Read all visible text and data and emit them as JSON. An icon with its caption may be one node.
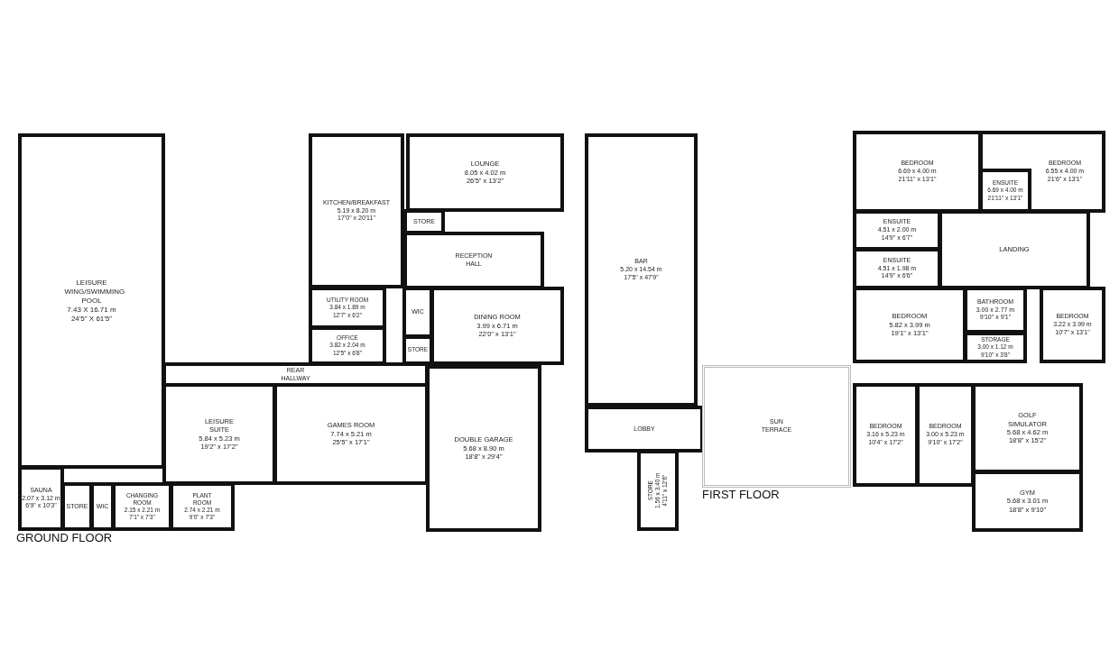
{
  "diagram": {
    "nodes": [
      {
        "text": [
          "LEISURE WING/SWIMMING POOL",
          "7.43 X 16.71 m",
          "24'5\" X 61'5\""
        ]
      },
      {
        "text": [
          "SAUNA",
          "2.07 x 3.12 m",
          "6'9\" x 10'3\""
        ]
      },
      {
        "text": [
          "STORE"
        ]
      },
      {
        "text": [
          "WIC"
        ]
      },
      {
        "text": [
          "CHANGING ROOM",
          "2.15 x 2.21 m",
          "7'1\" x 7'3\""
        ]
      },
      {
        "text": [
          "PLANT ROOM",
          "2.74 x 2.21 m",
          "9'0\" x 7'3\""
        ]
      },
      {
        "text": [
          "LEISURE SUITE",
          "5.84 x 5.23 m",
          "19'2\" x 17'2\""
        ]
      },
      {
        "text": [
          "GAMES ROOM",
          "7.74 x 5.21 m",
          "25'5\" x 17'1\""
        ]
      },
      {
        "text": [
          "DOUBLE GARAGE",
          "5.68 x 8.90 m",
          "18'8\" x 29'4\""
        ]
      },
      {
        "text": [
          "REAR HALLWAY"
        ]
      },
      {
        "text": [
          "KITCHEN/BREAKFAST",
          "5.19 x 8.20 m",
          "17'0\" x 20'11\""
        ]
      },
      {
        "text": [
          "LOUNGE",
          "8.05 x 4.02 m",
          "26'5\" x 13'2\""
        ]
      },
      {
        "text": [
          "STORE"
        ]
      },
      {
        "text": [
          "RECEPTION HALL"
        ]
      },
      {
        "text": [
          "UTILITY ROOM",
          "3.84 x 1.89 m",
          "12'7\" x 6'2\""
        ]
      },
      {
        "text": [
          "OFFICE",
          "3.82 x 2.04 m",
          "12'5\" x 6'8\""
        ]
      },
      {
        "text": [
          "WIC"
        ]
      },
      {
        "text": [
          "STORE"
        ]
      },
      {
        "text": [
          "DINING ROOM",
          "3.99 x 6.71 m",
          "22'0\" x 13'1\""
        ]
      },
      {
        "text": [
          "BAR",
          "5.20 x 14.54 m",
          "17'5\" x 47'9\""
        ]
      },
      {
        "text": [
          "LOBBY"
        ]
      },
      {
        "text": [
          "STORE",
          "1.56 x 3.40 m",
          "4'11\" x 12'6\""
        ]
      },
      {
        "text": [
          "SUN TERRACE"
        ]
      },
      {
        "text": [
          "BEDROOM",
          "6.69 x 4.00 m",
          "21'11\" x 13'1\""
        ]
      },
      {
        "text": [
          "BEDROOM",
          "6.55 x 4.00 m",
          "21'6\" x 13'1\""
        ]
      },
      {
        "text": [
          "ENSUITE",
          "6.69 x 4.00 m",
          "21'11\" x 13'1\""
        ],
        "in": 24
      },
      {
        "text": [
          "ENSUITE",
          "4.51 x 2.00 m",
          "14'9\" x 6'7\""
        ]
      },
      {
        "text": [
          "ENSUITE",
          "4.51 x 1.98 m",
          "14'9\" x 6'6\""
        ]
      },
      {
        "text": [
          "LANDING"
        ]
      },
      {
        "text": [
          "BEDROOM",
          "5.82 x 3.99 m",
          "19'1\" x 13'1\""
        ]
      },
      {
        "text": [
          "BATHROOM",
          "3.00 x 2.77 m",
          "9'10\" x 9'1\""
        ]
      },
      {
        "text": [
          "STORAGE",
          "3.00 x 1.12 m",
          "9'10\" x 3'8\""
        ]
      },
      {
        "text": [
          "BEDROOM",
          "3.22 x 3.99 m",
          "10'7\" x 13'1\""
        ]
      },
      {
        "text": [
          "BEDROOM",
          "3.16 x 5.23 m",
          "10'4\" x 17'2\""
        ]
      },
      {
        "text": [
          "BEDROOM",
          "3.00 x 5.23 m",
          "9'10\" x 17'2\""
        ]
      },
      {
        "text": [
          "GOLF SIMULATOR",
          "5.68 x 4.62 m",
          "18'8\" x 15'2\""
        ]
      },
      {
        "text": [
          "GYM",
          "5.68 x 3.01 m",
          "18'8\" x 9'10\""
        ]
      }
    ],
    "labels": [
      "GROUND FLOOR",
      "FIRST FLOOR"
    ]
  }
}
